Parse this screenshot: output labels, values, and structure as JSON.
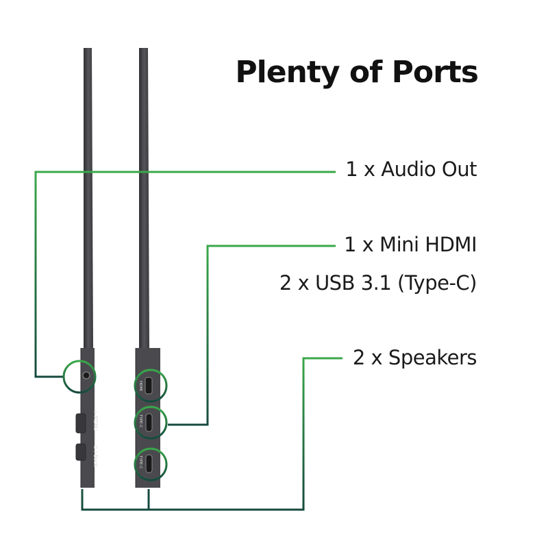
{
  "title": "Plenty of Ports",
  "ports": {
    "audio": "1 x Audio Out",
    "hdmi": "1 x Mini HDMI",
    "usb": "2 x USB 3.1 (Type-C)",
    "speakers": "2 x  Speakers"
  },
  "device_markings": {
    "menu": "+ MENU −",
    "power": "⏻ / Back",
    "hdmi_port": "HDMI",
    "typec_port_1": "TYPE-C",
    "typec_port_2": "TYPE-C"
  },
  "colors": {
    "callout_green": "#3aa84a",
    "callout_dark": "#164a3e",
    "device_body": "#4a4a4e",
    "device_edge": "#2e2e31"
  }
}
